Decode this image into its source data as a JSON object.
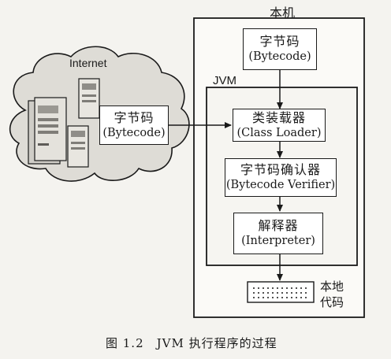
{
  "host_label": "本机",
  "jvm_label": "JVM",
  "internet_label": "Internet",
  "boxes": {
    "bytecode_local": {
      "zh": "字节码",
      "en": "(Bytecode)"
    },
    "bytecode_net": {
      "zh": "字节码",
      "en": "(Bytecode)"
    },
    "class_loader": {
      "zh": "类装载器",
      "en": "(Class Loader)"
    },
    "verifier": {
      "zh": "字节码确认器",
      "en": "(Bytecode Verifier)"
    },
    "interpreter": {
      "zh": "解释器",
      "en": "(Interpreter)"
    }
  },
  "native_code_label": "本地代码",
  "caption": "图 1.2　JVM 执行程序的过程"
}
